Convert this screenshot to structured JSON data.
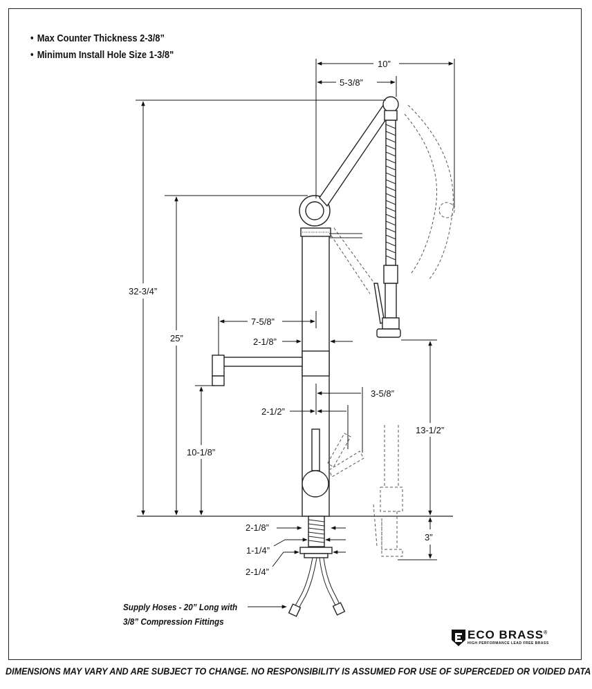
{
  "notes": [
    "Max Counter Thickness 2-3/8”",
    "Minimum Install Hole Size 1-3/8\""
  ],
  "dimensions": {
    "overall_reach": "10”",
    "arm_reach": "5-3/8”",
    "overall_height": "32-3/4”",
    "spout_height": "25”",
    "spout_reach": "7-5/8”",
    "body_diameter": "2-1/8”",
    "handle_clearance": "3-5/8”",
    "handle_offset": "2-1/2”",
    "spout_outlet_height": "10-1/8”",
    "sprayer_height": "13-1/2”",
    "shank_upper": "2-1/8”",
    "shank": "1-1/4”",
    "mounting_nut": "2-1/4”",
    "below_counter": "3”"
  },
  "supply_note": [
    "Supply Hoses - 20” Long with",
    "3/8” Compression Fittings"
  ],
  "brand": {
    "name": "ECO BRASS",
    "trademark": "®",
    "tagline": "HIGH PERFORMANCE LEAD FREE BRASS"
  },
  "disclaimer": "DIMENSIONS MAY VARY AND ARE SUBJECT TO CHANGE. NO RESPONSIBILITY IS ASSUMED FOR USE OF SUPERCEDED OR VOIDED DATA"
}
